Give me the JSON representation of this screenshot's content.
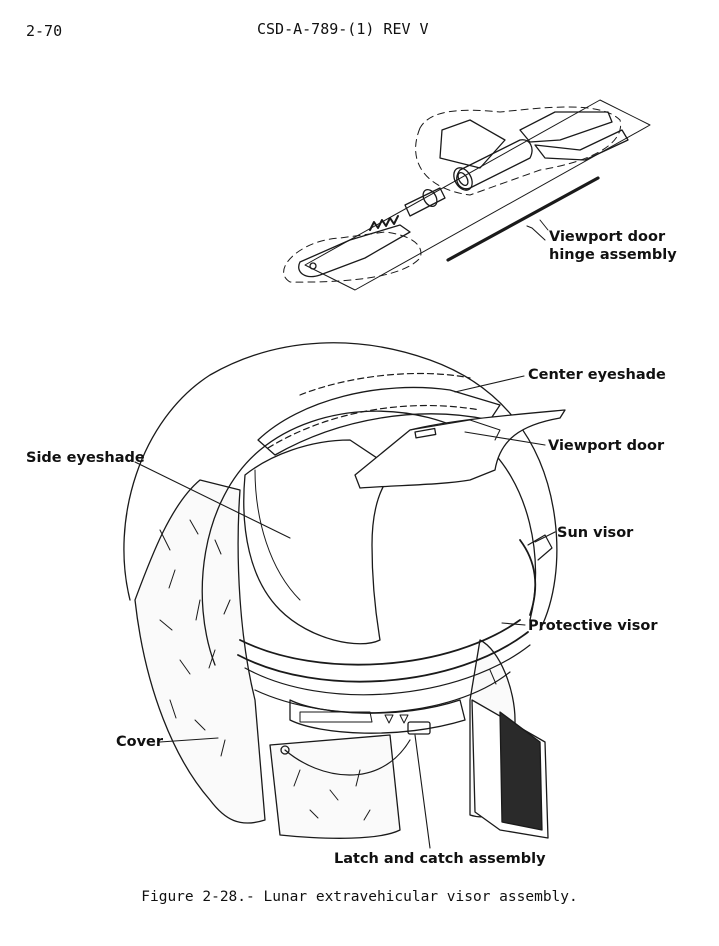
{
  "header": {
    "page_number": "2-70",
    "document_id": "CSD-A-789-(1) REV V"
  },
  "figure": {
    "callouts": {
      "hinge": [
        "Viewport door",
        "hinge assembly"
      ],
      "center_eyeshade": "Center eyeshade",
      "viewport_door": "Viewport door",
      "side_eyeshade": "Side eyeshade",
      "sun_visor": "Sun visor",
      "protective_visor": "Protective visor",
      "cover": "Cover",
      "latch": "Latch and catch assembly"
    },
    "caption": "Figure 2-28.- Lunar extravehicular visor assembly."
  }
}
